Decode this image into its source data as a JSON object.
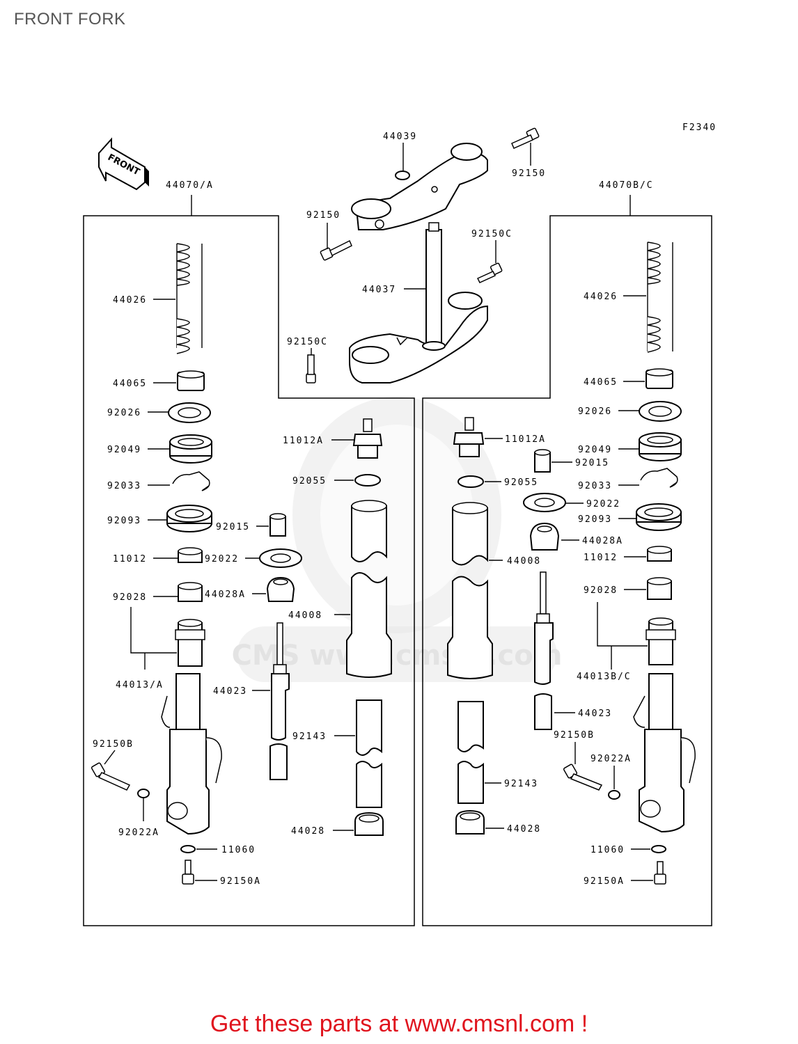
{
  "header": {
    "title": "FRONT FORK"
  },
  "diagram": {
    "figure_code": "F2340",
    "front_arrow_text": "FRONT",
    "watermark": "CMS www.cmsnl.com",
    "labels": {
      "p44039": "44039",
      "p92150_top": "92150",
      "p92150_clamp": "92150",
      "p92150c_top": "92150C",
      "p44037": "44037",
      "p92150c_bot": "92150C",
      "p44070a": "44070/A",
      "p44070bc": "44070B/C",
      "l_44026": "44026",
      "l_44065": "44065",
      "l_92026": "92026",
      "l_92049": "92049",
      "l_92033": "92033",
      "l_92093": "92093",
      "l_11012": "11012",
      "l_92028": "92028",
      "l_44013a": "44013/A",
      "l_92150b": "92150B",
      "l_92022a": "92022A",
      "l_11060": "11060",
      "l_92150a": "92150A",
      "lc_92015": "92015",
      "lc_92022": "92022",
      "lc_44028a": "44028A",
      "lc_44023": "44023",
      "lc_11012a": "11012A",
      "lc_92055": "92055",
      "lc_44008": "44008",
      "lc_92143": "92143",
      "lc_44028": "44028",
      "rc_11012a": "11012A",
      "rc_92055": "92055",
      "rc_44008": "44008",
      "rc_92143": "92143",
      "rc_44028": "44028",
      "rc_44023": "44023",
      "rc_92150b": "92150B",
      "r_44026": "44026",
      "r_44065": "44065",
      "r_92026": "92026",
      "r_92049": "92049",
      "r_92015": "92015",
      "r_92033": "92033",
      "r_92022": "92022",
      "r_92093": "92093",
      "r_44028a": "44028A",
      "r_11012": "11012",
      "r_92028": "92028",
      "r_44013bc": "44013B/C",
      "r_92022a": "92022A",
      "r_11060": "11060",
      "r_92150a": "92150A"
    }
  },
  "footer": {
    "link_text": "Get these parts at www.cmsnl.com !"
  }
}
